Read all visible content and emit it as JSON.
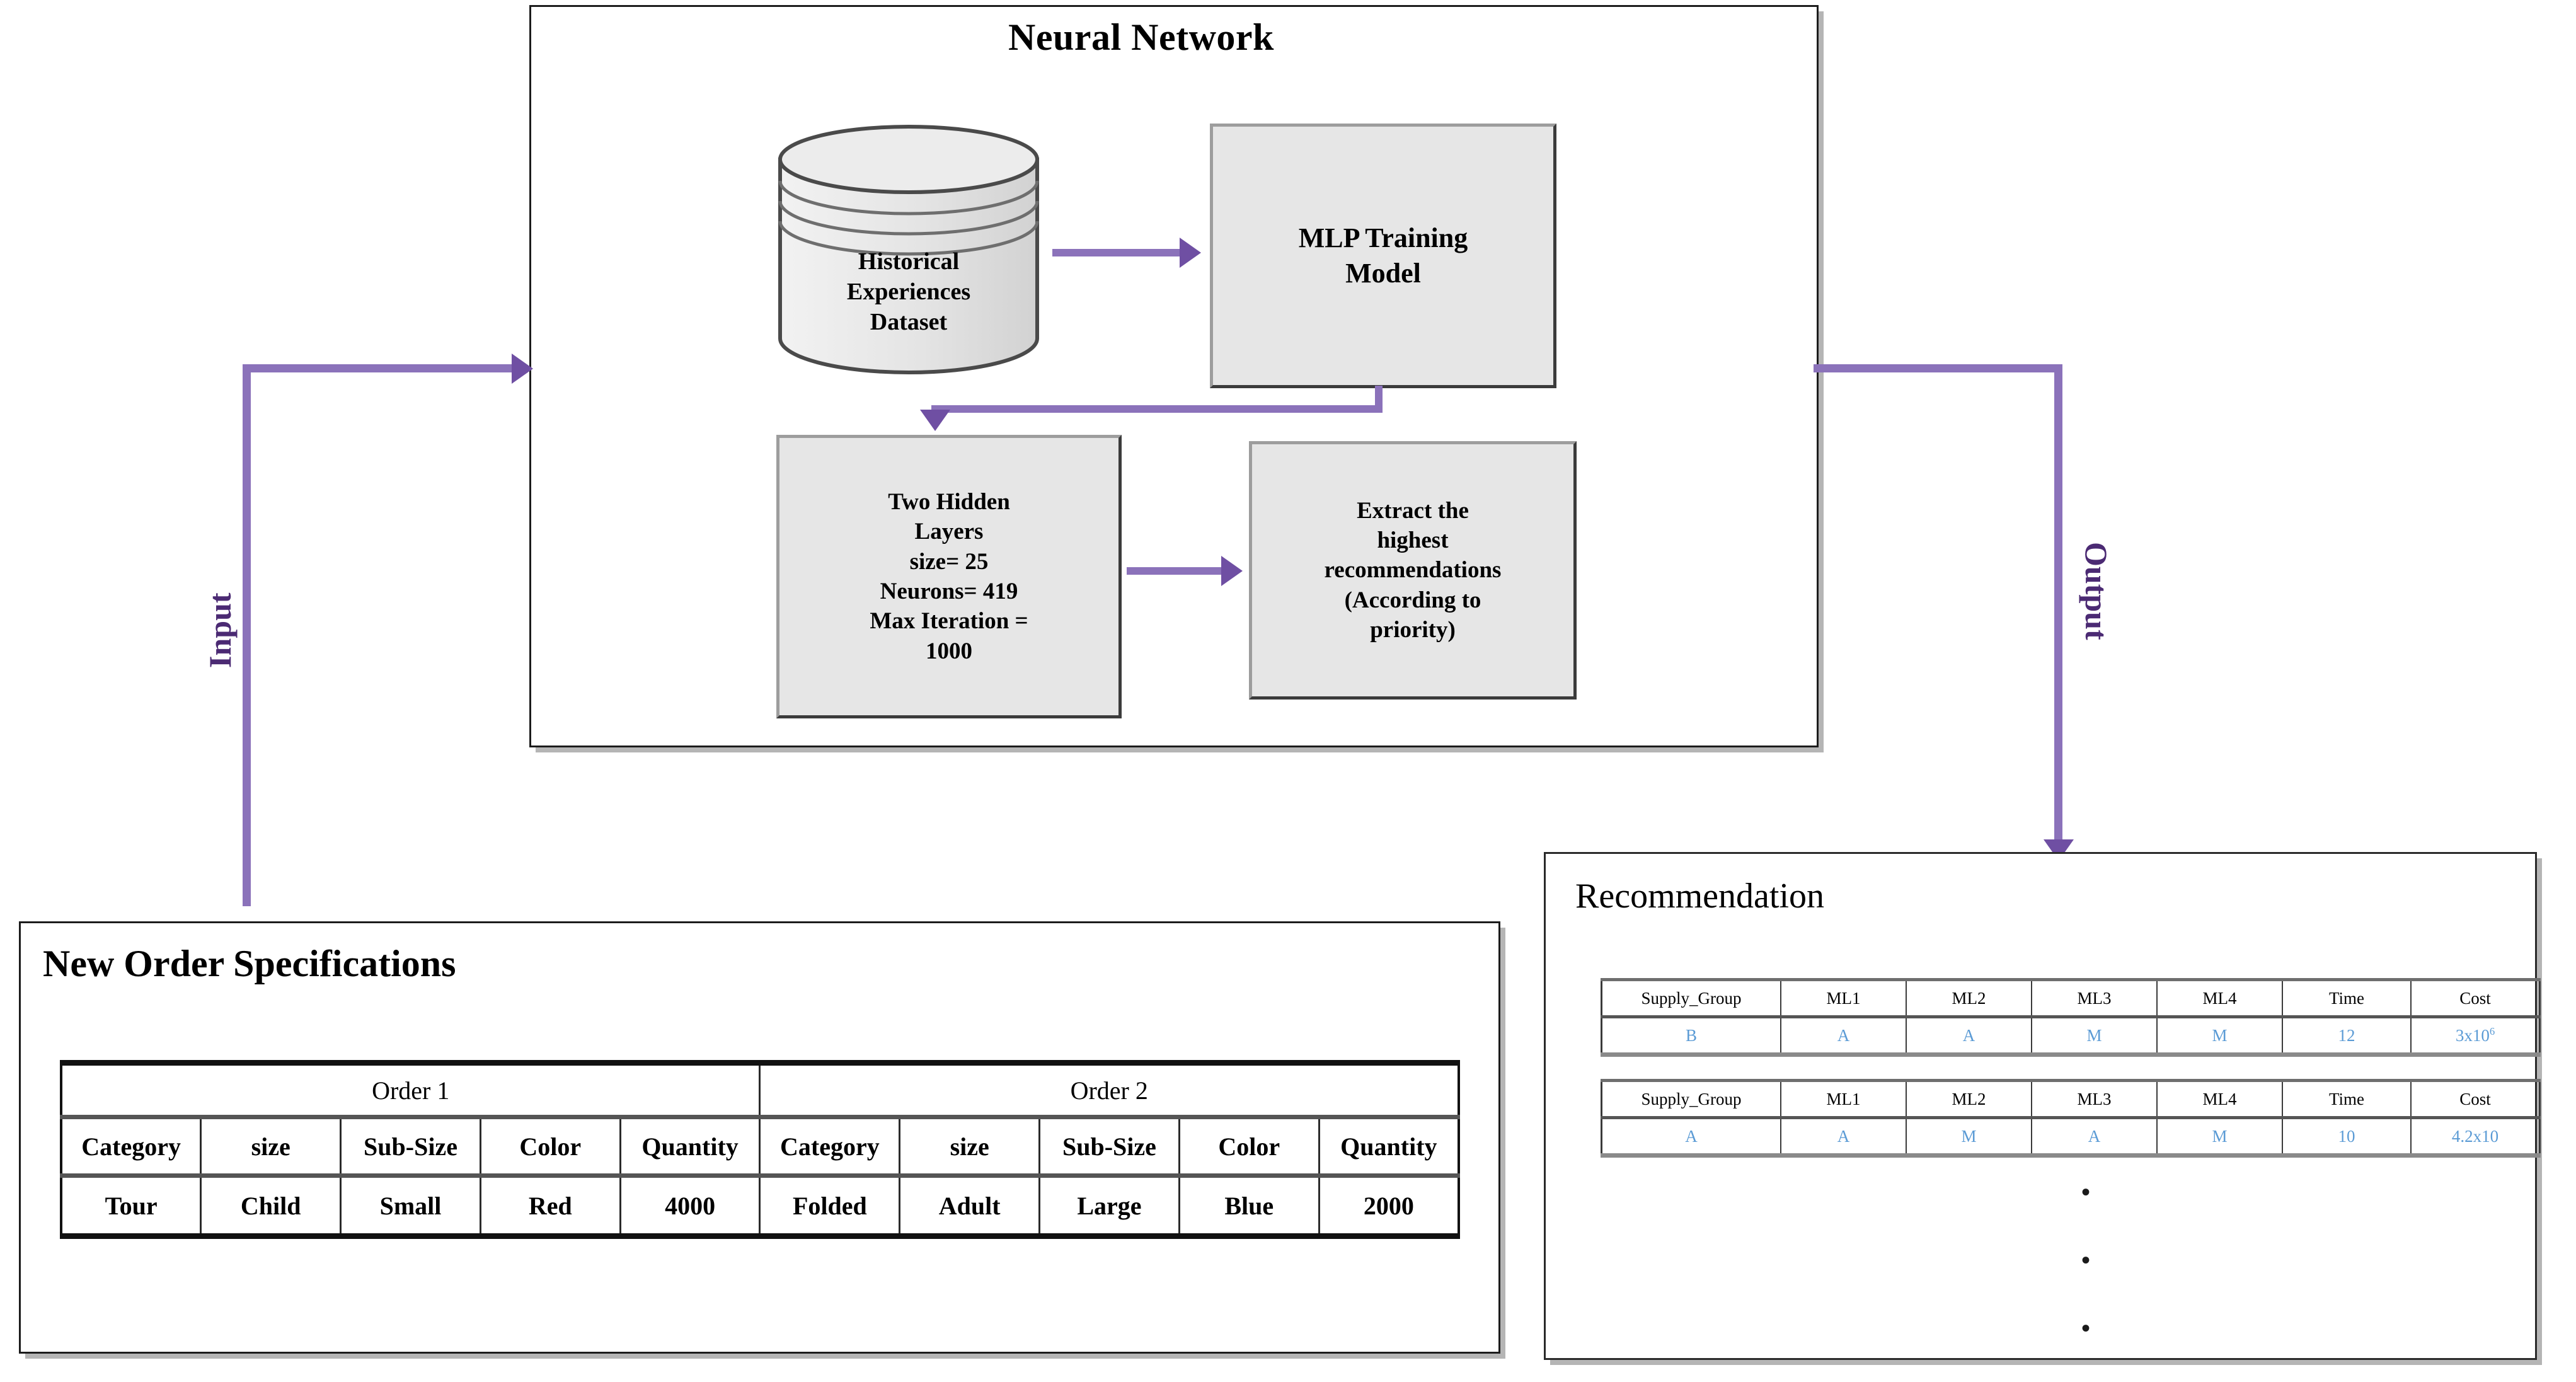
{
  "neural_network": {
    "title": "Neural Network",
    "database": {
      "lines": [
        "Historical",
        "Experiences",
        "Dataset"
      ]
    },
    "mlp_box": {
      "lines": [
        "MLP Training",
        "Model"
      ]
    },
    "hidden_box": {
      "lines": [
        "Two Hidden",
        "Layers",
        "size= 25",
        "Neurons= 419",
        "Max Iteration =",
        "1000"
      ]
    },
    "extract_box": {
      "lines": [
        "Extract the",
        "highest",
        "recommendations",
        "(According to",
        "priority)"
      ]
    }
  },
  "flow": {
    "input_label": "Input",
    "output_label": "Output",
    "accent_color": "#8b72ba",
    "arrow_color": "#6f4fa3",
    "label_color": "#4b2a73"
  },
  "order_panel": {
    "title": "New Order Specifications",
    "groups": [
      "Order 1",
      "Order 2"
    ],
    "columns": [
      "Category",
      "size",
      "Sub-Size",
      "Color",
      "Quantity"
    ],
    "orders": [
      {
        "name": "Order 1",
        "Category": "Tour",
        "size": "Child",
        "Sub-Size": "Small",
        "Color": "Red",
        "Quantity": "4000"
      },
      {
        "name": "Order 2",
        "Category": "Folded",
        "size": "Adult",
        "Sub-Size": "Large",
        "Color": "Blue",
        "Quantity": "2000"
      }
    ]
  },
  "recommendation_panel": {
    "title": "Recommendation",
    "columns": [
      "Supply_Group",
      "ML1",
      "ML2",
      "ML3",
      "ML4",
      "Time",
      "Cost"
    ],
    "rows": [
      {
        "Supply_Group": "B",
        "ML1": "A",
        "ML2": "A",
        "ML3": "M",
        "ML4": "M",
        "Time": "12",
        "Cost": "3x10",
        "Cost_sup": "6"
      },
      {
        "Supply_Group": "A",
        "ML1": "A",
        "ML2": "M",
        "ML3": "A",
        "ML4": "M",
        "Time": "10",
        "Cost": "4.2x10",
        "Cost_sup": ""
      }
    ],
    "ellipsis": [
      "•",
      "•",
      "•"
    ],
    "value_color": "#5b9bd5"
  }
}
